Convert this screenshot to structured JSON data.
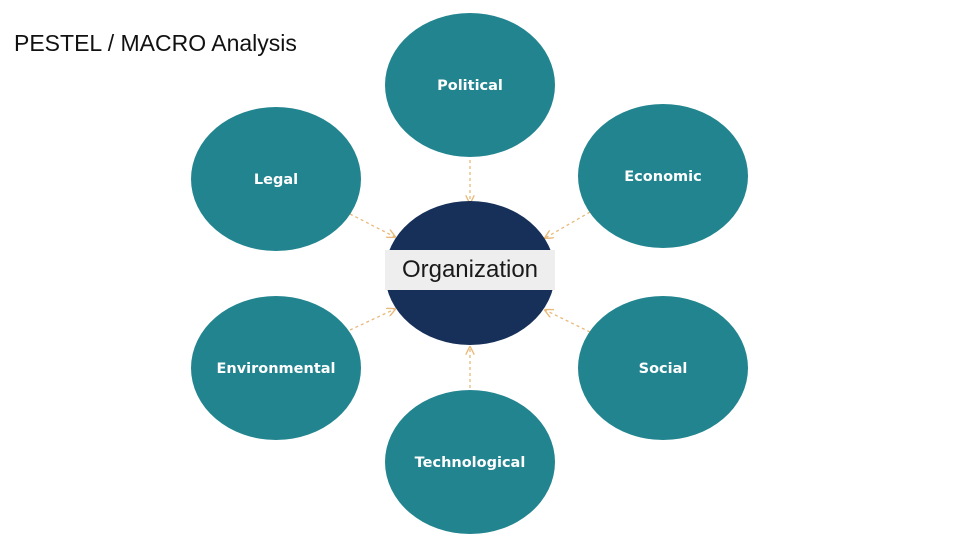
{
  "slide": {
    "title": "PESTEL / MACRO Analysis"
  },
  "diagram": {
    "center": {
      "label": "Organization",
      "color": "#163059"
    },
    "node_color": "#21848f",
    "arrow_color": "#e8b97a",
    "nodes": {
      "political": "Political",
      "economic": "Economic",
      "social": "Social",
      "technological": "Technological",
      "environmental": "Environmental",
      "legal": "Legal"
    }
  }
}
